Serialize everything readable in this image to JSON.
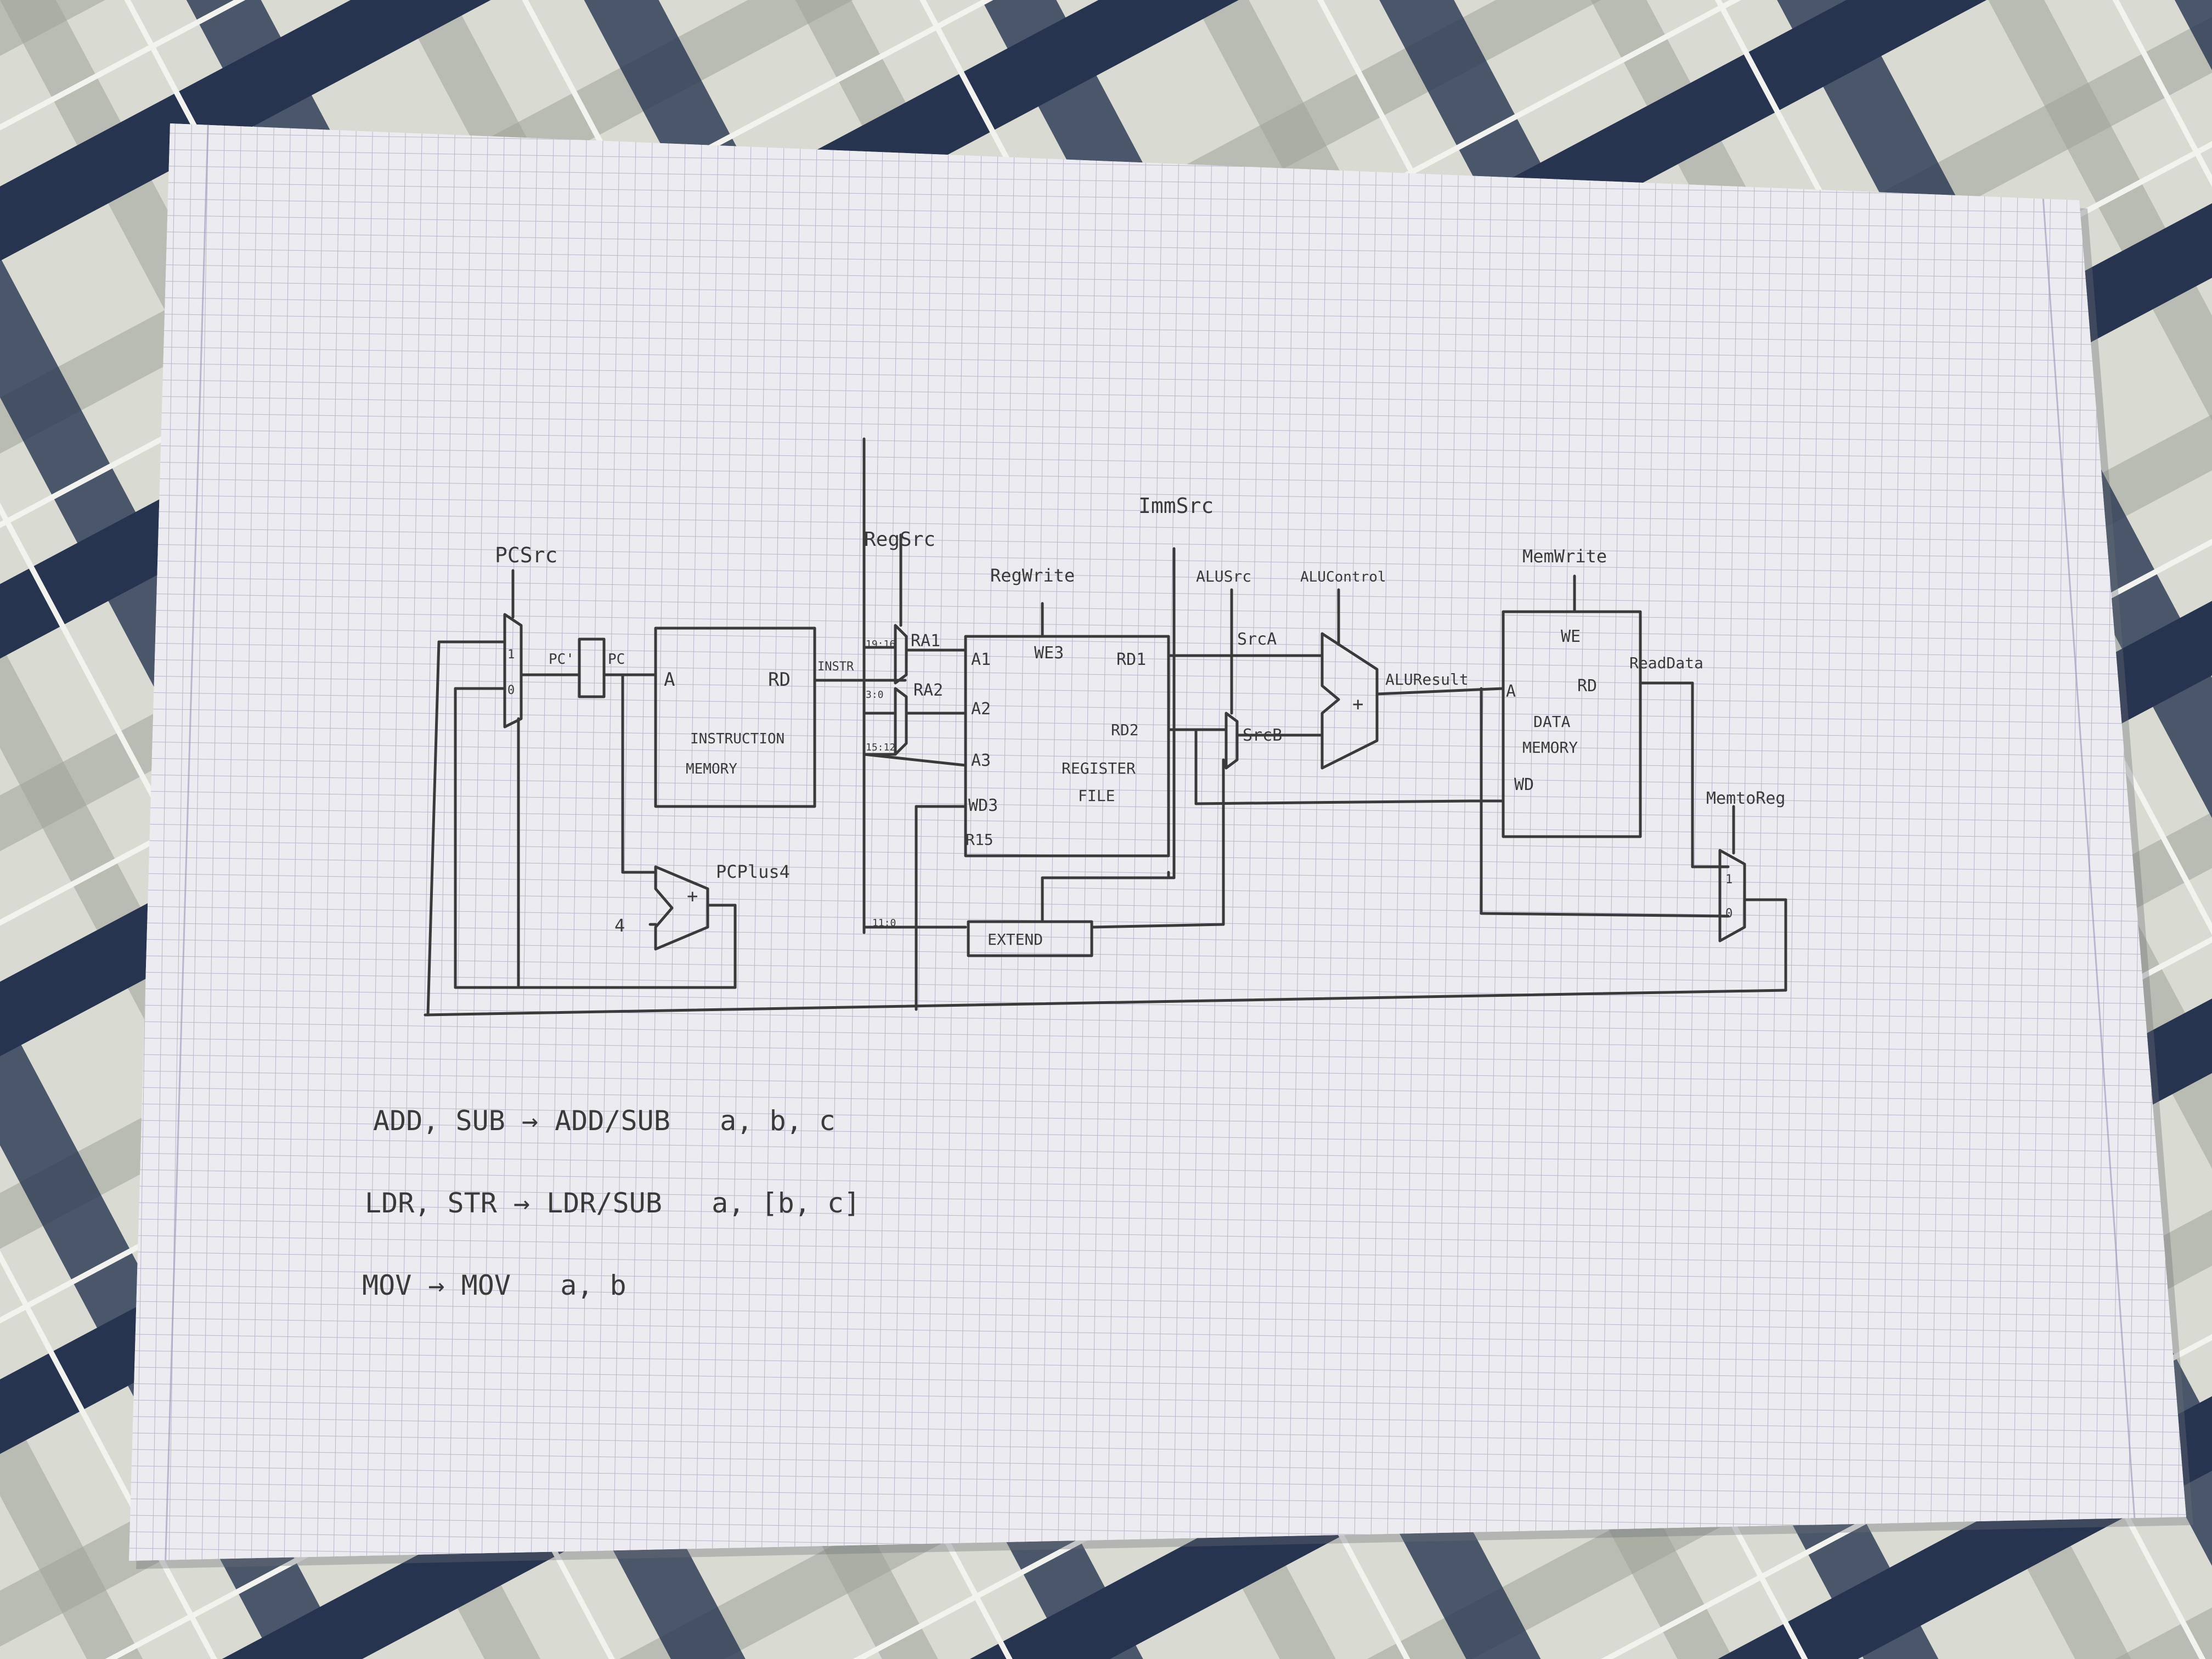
{
  "photo": {
    "colors": {
      "fabric_light": "#d9dbd3",
      "fabric_stripe": "#27344f",
      "fabric_gray": "#9ea197",
      "paper": "#ecebef",
      "grid_line": "#b9b4c8",
      "ink": "#3a3a3a"
    }
  },
  "diagram": {
    "signals": {
      "pcsrc": "PCSrc",
      "regsrc": "RegSrc",
      "immsrc": "ImmSrc",
      "regwrite": "RegWrite",
      "alusrc": "ALUSrc",
      "alucontrol": "ALUControl",
      "memwrite": "MemWrite",
      "memtoreg": "MemtoReg"
    },
    "pc_mux": {
      "in1": "1",
      "in0": "0"
    },
    "pc_reg": {
      "left": "PC'",
      "right": "PC"
    },
    "instruction_memory": {
      "line1": "INSTRUCTION",
      "line2": "MEMORY",
      "port_a": "A",
      "port_rd": "RD"
    },
    "instr_label": "INSTR",
    "bit_fields": {
      "f1": "19:16",
      "f2": "3:0",
      "f3": "15:12",
      "f4": "11:0"
    },
    "ra_labels": {
      "ra1": "RA1",
      "ra2": "RA2"
    },
    "register_file": {
      "line1": "REGISTER",
      "line2": "FILE",
      "a1": "A1",
      "a2": "A2",
      "a3": "A3",
      "wd3": "WD3",
      "r15": "R15",
      "we3": "WE3",
      "rd1": "RD1",
      "rd2": "RD2"
    },
    "adder": {
      "label": "PCPlus4",
      "const": "4",
      "plus": "+"
    },
    "extend": "EXTEND",
    "srca": "SrcA",
    "srcb": "SrcB",
    "alu": {
      "plus": "+",
      "result": "ALUResult"
    },
    "data_memory": {
      "line1": "DATA",
      "line2": "MEMORY",
      "we": "WE",
      "a": "A",
      "rd": "RD",
      "wd": "WD"
    },
    "readdata": "ReadData",
    "result_mux": {
      "in1": "1",
      "in0": "0"
    }
  },
  "notes": [
    "ADD, SUB → ADD/SUB   a, b, c",
    "LDR, STR → LDR/SUB   a, [b, c]",
    "MOV → MOV   a, b"
  ]
}
